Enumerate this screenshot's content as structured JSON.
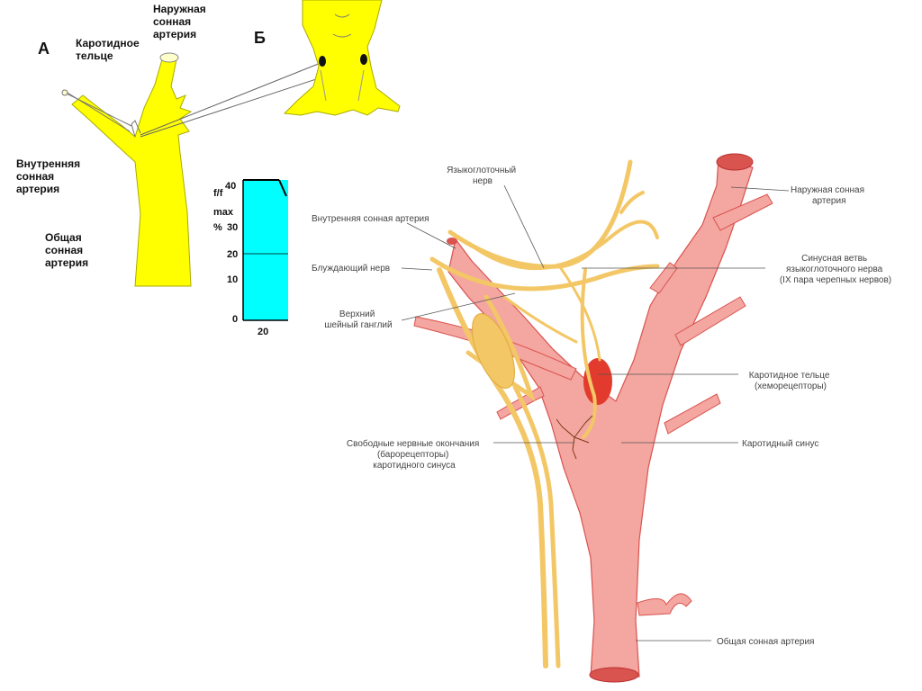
{
  "panel_a": {
    "letter": "А",
    "labels": {
      "carotid_body": [
        "Каротидное",
        "тельце"
      ],
      "external_carotid": [
        "Наружная",
        "сонная",
        "артерия"
      ],
      "internal_carotid": [
        "Внутренняя",
        "сонная",
        "артерия"
      ],
      "common_carotid": [
        "Общая",
        "сонная",
        "артерия"
      ]
    }
  },
  "panel_b": {
    "letter": "Б"
  },
  "graph": {
    "ylabel": [
      "f/f",
      "max",
      "%"
    ],
    "yticks": [
      "40",
      "30",
      "20",
      "10",
      "0"
    ],
    "xticks": [
      "20"
    ]
  },
  "diagram": {
    "labels": {
      "glossopharyngeal": [
        "Языкоглоточный",
        "нерв"
      ],
      "internal_carotid": [
        "Внутренняя сонная артерия"
      ],
      "vagus": [
        "Блуждающий нерв"
      ],
      "superior_ganglion": [
        "Верхний",
        "шейный ганглий"
      ],
      "external_carotid": [
        "Наружная сонная",
        "артерия"
      ],
      "sinus_branch": [
        "Синусная ветвь",
        "языкоглоточного нерва",
        "(IX пара черепных нервов)"
      ],
      "carotid_body": [
        "Каротидное тельце",
        "(хеморецепторы)"
      ],
      "carotid_sinus": [
        "Каротидный синус"
      ],
      "free_endings": [
        "Свободные нервные окончания",
        "(барорецепторы)",
        "каротидного синуса"
      ],
      "common_carotid": [
        "Общая сонная артерия"
      ]
    }
  },
  "colors": {
    "yellow": "#ffff00",
    "cyan": "#00ffff",
    "artery": "#f4a6a0",
    "artery_dark": "#d9534f",
    "nerve": "#f8d77a"
  }
}
